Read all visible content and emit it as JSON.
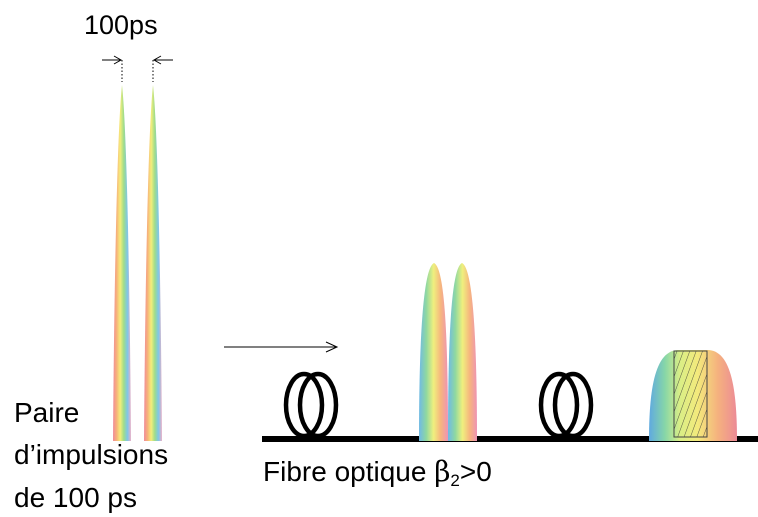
{
  "labels": {
    "separation": "100ps",
    "pair_line1": "Paire",
    "pair_line2": "d’impulsions",
    "pair_line3": "de 100 ps",
    "fibre_text": "Fibre optique ",
    "fibre_beta": "β",
    "fibre_sub": "2",
    "fibre_cond": ">0"
  },
  "colors": {
    "ink": "#000000",
    "background": "#ffffff",
    "spectrum": [
      "#7ec6e8",
      "#9fdc8a",
      "#f4ee7a",
      "#f7b27a",
      "#f08a9a",
      "#ecb0c8"
    ]
  }
}
